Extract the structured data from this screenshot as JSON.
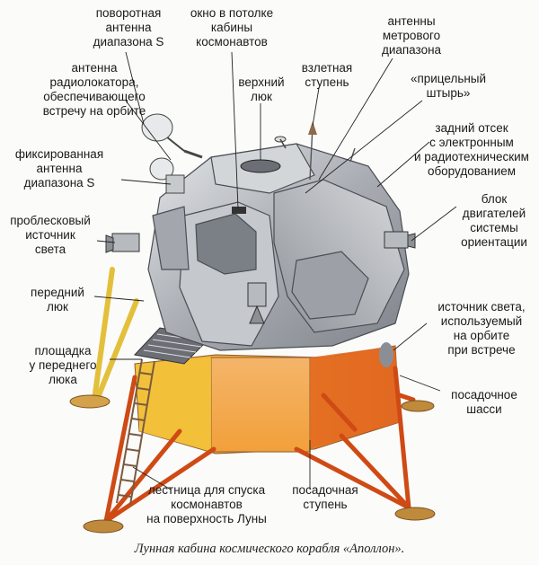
{
  "labels": {
    "s_band_steerable": "поворотная\nантенна\nдиапазона S",
    "window": "окно в потолке\nкабины\nкосмонавтов",
    "vhf_antennas": "антенны\nметрового\nдиапазона",
    "rendezvous_radar": "антенна\nрадиолокатора,\nобеспечивающего\nвстречу на орбите",
    "upper_hatch": "верхний\nлюк",
    "ascent_stage": "взлетная\nступень",
    "aiming_rod": "«прицельный\nштырь»",
    "aft_compartment": "задний отсек\nс электронным\nи радиотехническим\nоборудованием",
    "s_band_fixed": "фиксированная\nантенна\nдиапазона S",
    "thruster_block": "блок\nдвигателей\nсистемы\nориентации",
    "flashing_light": "проблесковый\nисточник\nсвета",
    "front_hatch": "передний\nлюк",
    "tracking_light": "источник света,\nиспользуемый\nна орбите\nпри встрече",
    "porch": "площадка\nу переднего\nлюка",
    "landing_gear": "посадочное\nшасси",
    "ladder": "лестница для спуска\nкосмонавтов\nна поверхность Луны",
    "descent_stage": "посадочная\nступень"
  },
  "caption": "Лунная кабина космического корабля «Аполлон».",
  "colors": {
    "descent_gold": "#e8b13a",
    "descent_orange": "#e0571c",
    "ascent_grey": "#b9bcc1",
    "leg_orange": "#cf4a14",
    "leg_yellow": "#e3c03b"
  }
}
